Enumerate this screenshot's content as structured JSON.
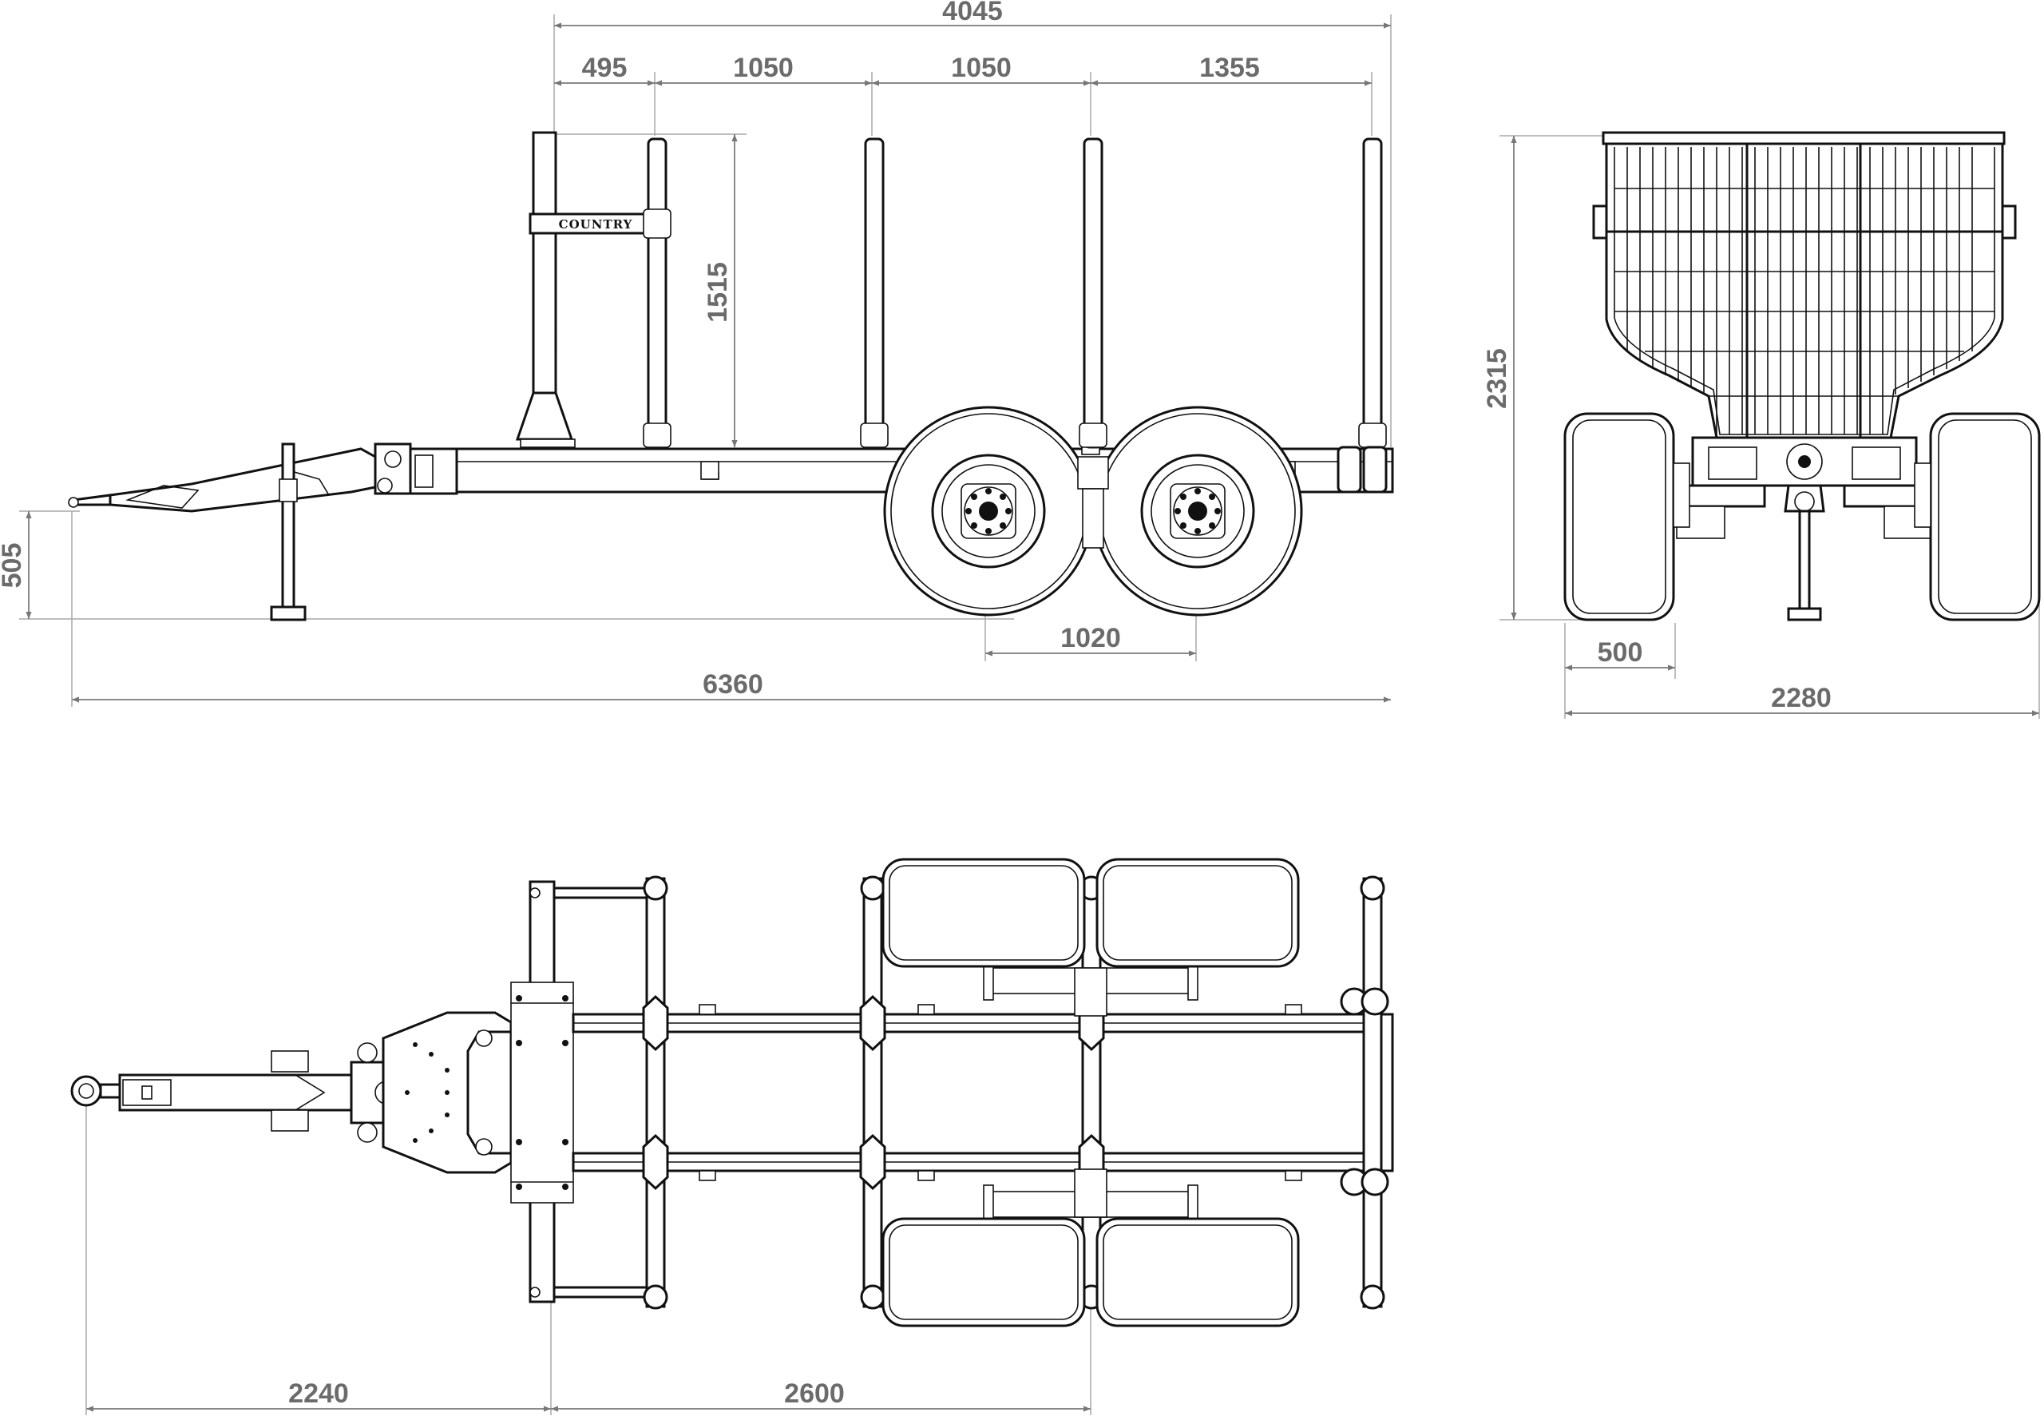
{
  "brand_label": "COUNTRY",
  "side_view": {
    "dim_overall_stake_span": "4045",
    "dim_stake_1": "495",
    "dim_stake_2": "1050",
    "dim_stake_3": "1050",
    "dim_stake_4": "1355",
    "dim_stake_height": "1515",
    "dim_frame_height": "505",
    "dim_axle_spacing": "1020",
    "dim_total_length": "6360"
  },
  "rear_view": {
    "dim_total_height": "2315",
    "dim_tire_width": "500",
    "dim_total_width": "2280"
  },
  "top_view": {
    "dim_drawbar_length": "2240",
    "dim_bunk_to_axle": "2600"
  }
}
